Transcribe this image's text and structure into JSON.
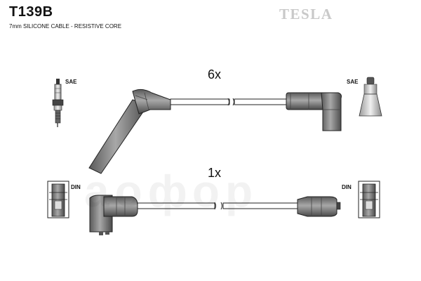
{
  "header": {
    "part_number": "T139B",
    "description": "7mm SILICONE CABLE - RESISTIVE CORE",
    "brand": "TESLA"
  },
  "watermark": "аофор",
  "cables": {
    "upper_quantity": "6x",
    "lower_quantity": "1x"
  },
  "connectors": {
    "top_left": "SAE",
    "top_right": "SAE",
    "bottom_left": "DIN",
    "bottom_right": "DIN"
  }
}
